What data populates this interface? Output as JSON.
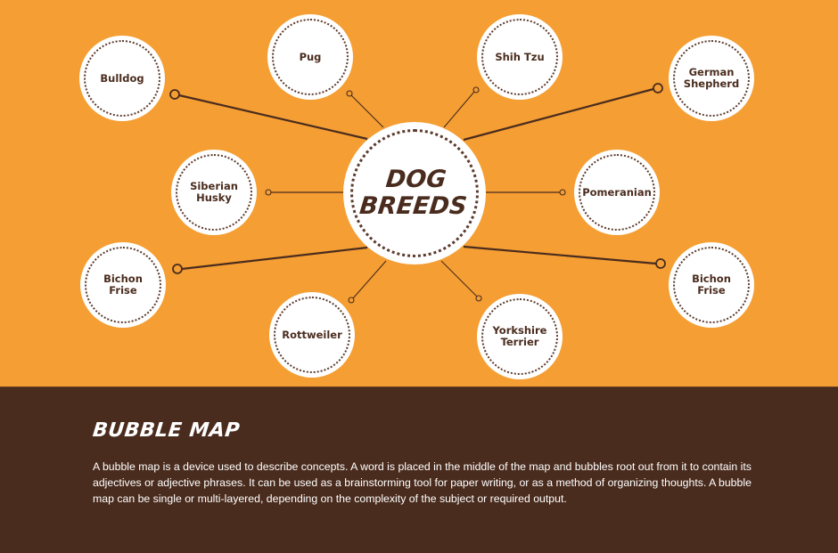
{
  "colors": {
    "background_top": "#F59E33",
    "background_bottom": "#4A2C1E",
    "bubble_fill": "#FFFFFF",
    "text_dark": "#4A2C1E",
    "connector": "#4A2C1E"
  },
  "diagram": {
    "center": {
      "label": "DOG\nBREEDS"
    },
    "bubbles": [
      {
        "id": "bulldog",
        "label": "Bulldog"
      },
      {
        "id": "pug",
        "label": "Pug"
      },
      {
        "id": "shih-tzu",
        "label": "Shih Tzu"
      },
      {
        "id": "german-shepherd",
        "label": "German\nShepherd"
      },
      {
        "id": "siberian-husky",
        "label": "Siberian\nHusky"
      },
      {
        "id": "pomeranian",
        "label": "Pomeranian"
      },
      {
        "id": "bichon-frise-left",
        "label": "Bichon\nFrise"
      },
      {
        "id": "bichon-frise-right",
        "label": "Bichon\nFrise"
      },
      {
        "id": "rottweiler",
        "label": "Rottweiler"
      },
      {
        "id": "yorkshire-terrier",
        "label": "Yorkshire\nTerrier"
      }
    ]
  },
  "footer": {
    "title": "BUBBLE MAP",
    "description": "A bubble map is a device used to describe concepts. A word is placed in the middle of the map and bubbles root out from it to contain its adjectives or adjective phrases. It can be used as a brainstorming tool for paper writing, or as a method of organizing thoughts. A bubble map can be single or multi-layered, depending on the complexity of the subject or required output."
  }
}
